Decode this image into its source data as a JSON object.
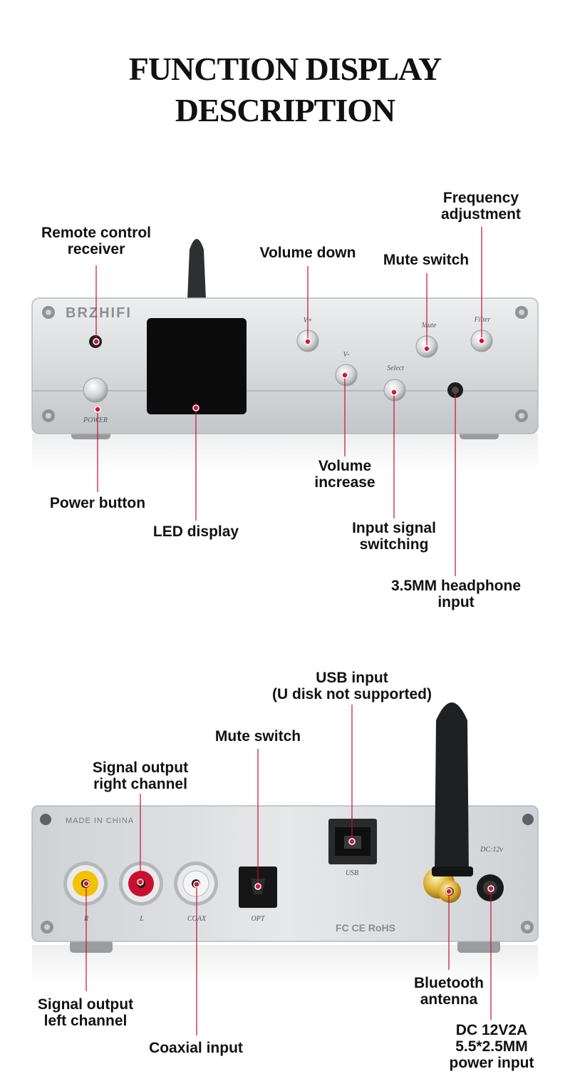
{
  "title": {
    "line1": "FUNCTION DISPLAY",
    "line2": "DESCRIPTION"
  },
  "front": {
    "brand": "BRZHIFI",
    "panel_labels": {
      "vplus": "V+",
      "vminus": "V-",
      "select": "Select",
      "mute": "Mute",
      "filter": "Filter",
      "power": "POWER"
    },
    "callouts": {
      "remote": {
        "line1": "Remote control",
        "line2": "receiver"
      },
      "volume_down": "Volume down",
      "mute": "Mute switch",
      "frequency": {
        "line1": "Frequency",
        "line2": "adjustment"
      },
      "power": "Power button",
      "led": "LED display",
      "volume_up": {
        "line1": "Volume",
        "line2": "increase"
      },
      "input_switch": {
        "line1": "Input signal",
        "line2": "switching"
      },
      "headphone": {
        "line1": "3.5MM headphone",
        "line2": "input"
      }
    }
  },
  "rear": {
    "panel_labels": {
      "made_in": "MADE IN CHINA",
      "r": "R",
      "l": "L",
      "coax": "COAX",
      "opt": "OPT",
      "usb": "USB",
      "dc": "DC:12v",
      "certs": "FC CE RoHS"
    },
    "callouts": {
      "usb": {
        "line1": "USB input",
        "line2": "(U disk not supported)"
      },
      "mute": "Mute switch",
      "right_out": {
        "line1": "Signal output",
        "line2": "right channel"
      },
      "left_out": {
        "line1": "Signal output",
        "line2": "left channel"
      },
      "coaxial": "Coaxial input",
      "bt_antenna": {
        "line1": "Bluetooth",
        "line2": "antenna"
      },
      "dc": {
        "line1": "DC 12V2A",
        "line2": "5.5*2.5MM",
        "line3": "power input"
      }
    }
  },
  "colors": {
    "callout_line": "#c8102e",
    "panel": "#d7d9db",
    "display": "#0b0b0b"
  }
}
